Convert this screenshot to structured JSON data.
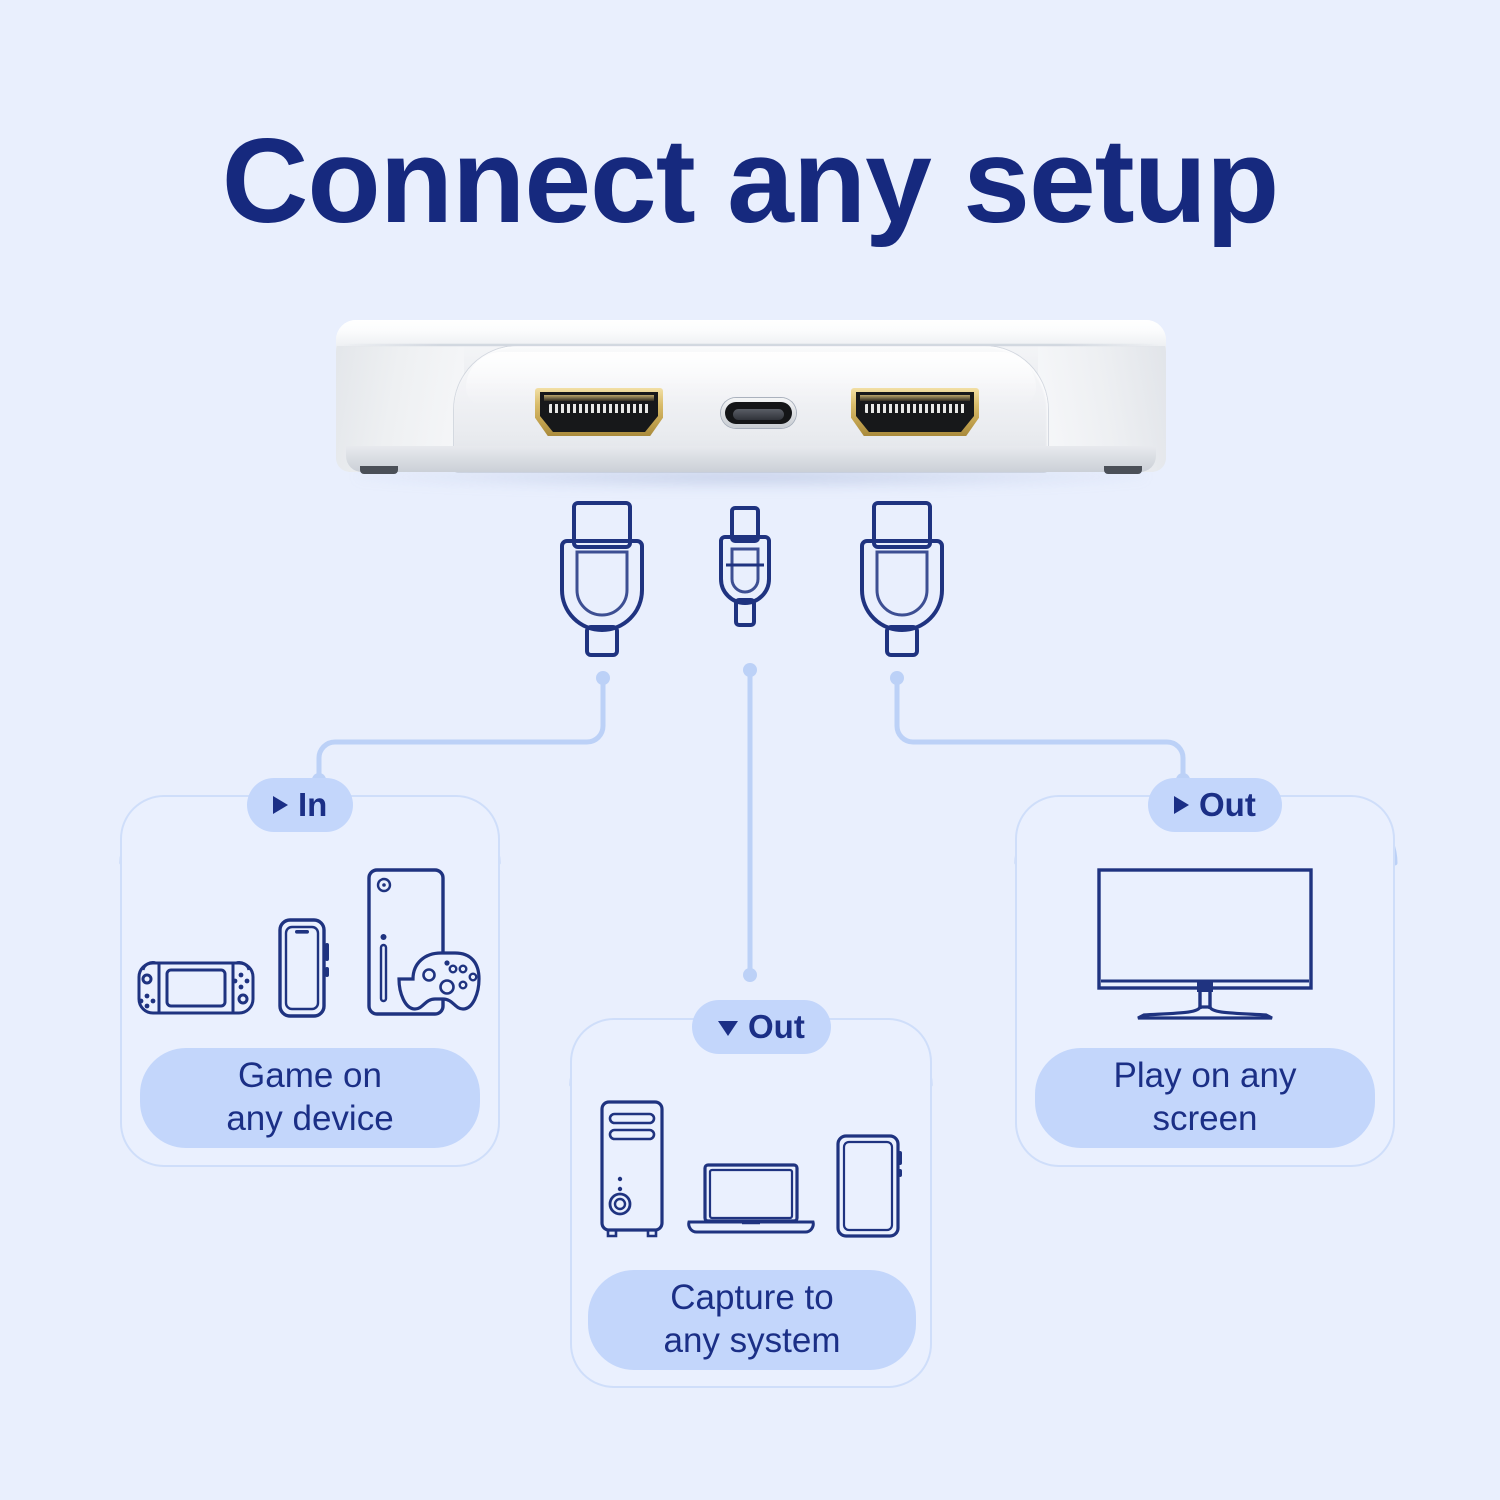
{
  "page": {
    "title": "Connect any setup",
    "background_color": "#e9effd",
    "accent_navy": "#16297e",
    "badge_blue": "#c3d6fb",
    "line_blue": "#bcd1f7",
    "icon_stroke": "#1f3380"
  },
  "device": {
    "name": "capture-card",
    "ports": [
      {
        "id": "hdmi-in",
        "type": "HDMI",
        "position": "left"
      },
      {
        "id": "usb-c",
        "type": "USB-C",
        "position": "center"
      },
      {
        "id": "hdmi-out",
        "type": "HDMI",
        "position": "right"
      }
    ]
  },
  "connectors": [
    {
      "id": "connector-hdmi-in",
      "icon": "hdmi-plug-icon"
    },
    {
      "id": "connector-usbc",
      "icon": "usb-c-plug-icon"
    },
    {
      "id": "connector-hdmi-out",
      "icon": "hdmi-plug-icon"
    }
  ],
  "cards": [
    {
      "id": "in",
      "badge_label": "In",
      "badge_arrow": "triangle-right",
      "label": "Game on\nany device",
      "label_line1": "Game on",
      "label_line2": "any device",
      "icons": [
        "handheld-console-icon",
        "smartphone-icon",
        "game-console-icon",
        "game-controller-icon"
      ]
    },
    {
      "id": "capture",
      "badge_label": "Out",
      "badge_arrow": "triangle-down",
      "label": "Capture to\nany system",
      "label_line1": "Capture to",
      "label_line2": "any system",
      "icons": [
        "desktop-tower-icon",
        "laptop-icon",
        "tablet-icon"
      ]
    },
    {
      "id": "play",
      "badge_label": "Out",
      "badge_arrow": "triangle-right",
      "label": "Play on any\nscreen",
      "label_line1": "Play on any",
      "label_line2": "screen",
      "icons": [
        "monitor-icon"
      ]
    }
  ]
}
